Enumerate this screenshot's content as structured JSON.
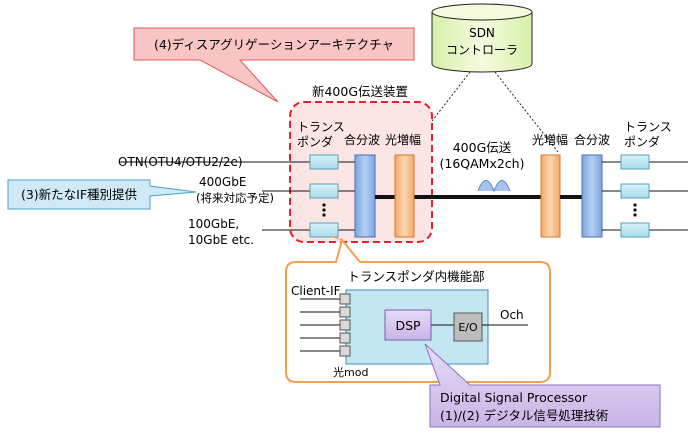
{
  "sdn": {
    "line1": "SDN",
    "line2": "コントローラ"
  },
  "arch_callout": "(4)ディスアグリゲーションアーキテクチャ",
  "device_title": "新400G伝送装置",
  "client_labels": {
    "otn": "OTN(OTU4/OTU2/2e)",
    "gbe400_1": "400GbE",
    "gbe400_2": "(将来対応予定)",
    "gbe100_1": "100GbE,",
    "gbe100_2": "10GbE etc."
  },
  "if_callout": "(3)新たなIF種別提供",
  "left": {
    "transponder_1": "トランス",
    "transponder_2": "ポンダ",
    "mux": "合分波",
    "amp": "光増幅"
  },
  "right": {
    "amp": "光増幅",
    "mux": "合分波",
    "transponder_1": "トランス",
    "transponder_2": "ポンダ"
  },
  "transmission_1": "400G伝送",
  "transmission_2": "(16QAMx2ch)",
  "inner": {
    "title": "トランスポンダ内機能部",
    "client_if": "Client-IF",
    "dsp": "DSP",
    "eo": "E/O",
    "och": "Och",
    "optical_mod": "光mod"
  },
  "dsp_callout": {
    "line1": "Digital Signal Processor",
    "line2": "(1)/(2) デジタル信号処理技術"
  },
  "colors": {
    "transponder_fill": "#bfe6f0",
    "mux_fill": "#9fc0ee",
    "amp_fill": "#f8c89a",
    "red_callout": "#f8c4c4",
    "red_dash": "#e8202a",
    "blue_callout": "#cfeaf6",
    "purple_callout": "#d7c9ee",
    "sdn_fill": "#eaf7c8",
    "inner_border": "#f0a050"
  }
}
